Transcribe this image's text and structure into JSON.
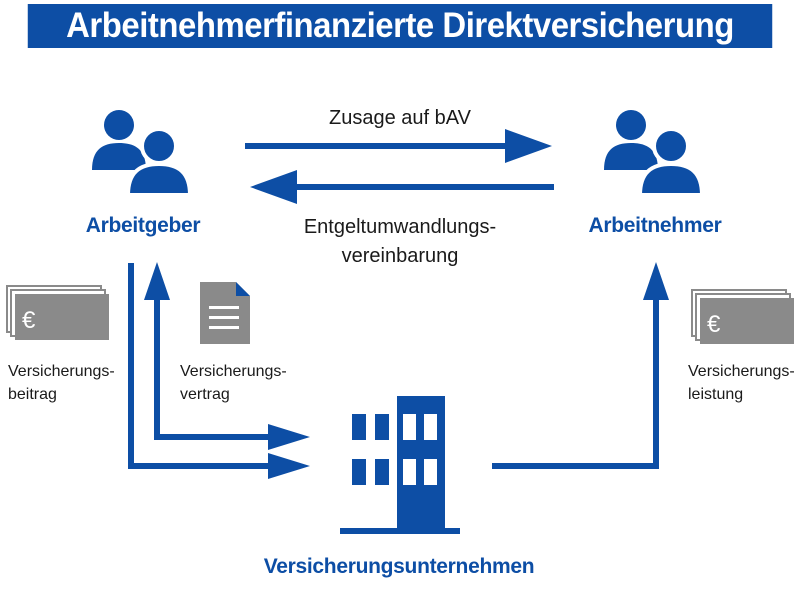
{
  "title": "Arbeitnehmerfinanzierte Direktversicherung",
  "parties": {
    "employer": "Arbeitgeber",
    "employee": "Arbeitnehmer",
    "insurer": "Versicherungsunternehmen"
  },
  "flows": {
    "commitment": "Zusage auf bAV",
    "conversion_line1": "Entgeltumwandlungs-",
    "conversion_line2": "vereinbarung"
  },
  "items": {
    "premium_line1": "Versicherungs-",
    "premium_line2": "beitrag",
    "contract_line1": "Versicherungs-",
    "contract_line2": "vertrag",
    "benefit_line1": "Versicherungs-",
    "benefit_line2": "leistung"
  },
  "currency_symbol": "€",
  "colors": {
    "brand_blue": "#0d4ea5",
    "gray": "#8a8a8a",
    "text": "#1a1a1a"
  }
}
